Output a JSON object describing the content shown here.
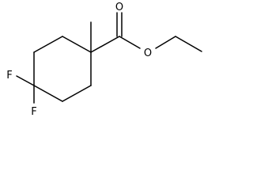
{
  "molecule": {
    "atoms": {
      "carbonyl_oxygen": "O",
      "ester_oxygen": "O",
      "fluorine_top": "F",
      "fluorine_bottom": "F"
    }
  }
}
